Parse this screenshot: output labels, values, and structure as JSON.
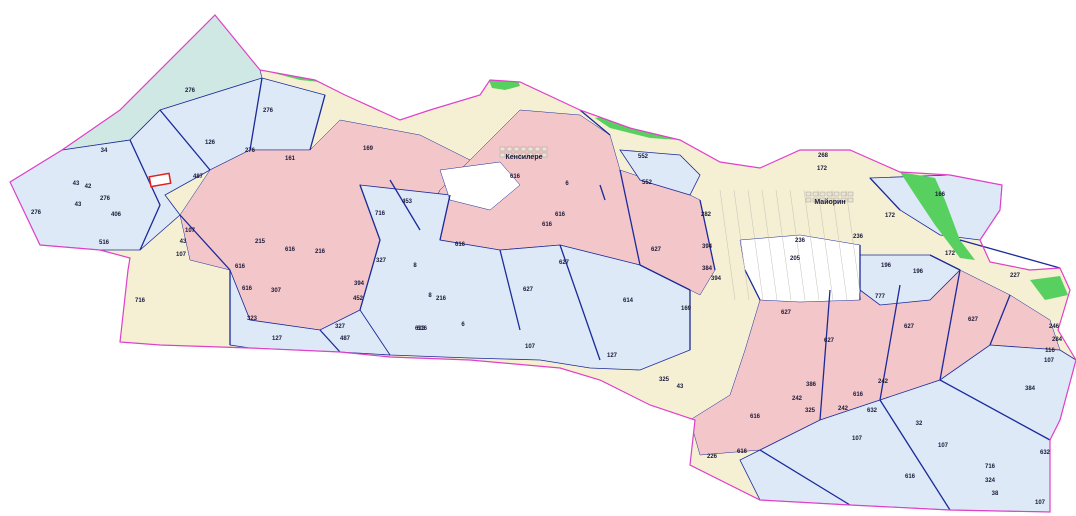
{
  "colors": {
    "boundary": "#e040c8",
    "parcel_line": "#1b2a9a",
    "blue_zone": "#dde9f7",
    "pink_zone": "#f3c6c9",
    "cream_zone": "#f5f0d3",
    "white_zone": "#ffffff",
    "green_zone": "#58d060",
    "teal_zone": "#cfe8e4",
    "road": "#c8a878",
    "grid": "#c4c0b8"
  },
  "settlements": [
    {
      "name": "Кенсилере"
    },
    {
      "name": "Майорин"
    }
  ],
  "parcels": [
    {
      "label": "276"
    },
    {
      "label": "276"
    },
    {
      "label": "34"
    },
    {
      "label": "126"
    },
    {
      "label": "276"
    },
    {
      "label": "161"
    },
    {
      "label": "169"
    },
    {
      "label": "43"
    },
    {
      "label": "42"
    },
    {
      "label": "276"
    },
    {
      "label": "406"
    },
    {
      "label": "43"
    },
    {
      "label": "516"
    },
    {
      "label": "276"
    },
    {
      "label": "487"
    },
    {
      "label": "107"
    },
    {
      "label": "43"
    },
    {
      "label": "107"
    },
    {
      "label": "716"
    },
    {
      "label": "215"
    },
    {
      "label": "616"
    },
    {
      "label": "216"
    },
    {
      "label": "616"
    },
    {
      "label": "616"
    },
    {
      "label": "616"
    },
    {
      "label": "552"
    },
    {
      "label": "552"
    },
    {
      "label": "282"
    },
    {
      "label": "616"
    },
    {
      "label": "616"
    },
    {
      "label": "627"
    },
    {
      "label": "627"
    },
    {
      "label": "394"
    },
    {
      "label": "384"
    },
    {
      "label": "394"
    },
    {
      "label": "169"
    },
    {
      "label": "236"
    },
    {
      "label": "205"
    },
    {
      "label": "236"
    },
    {
      "label": "268"
    },
    {
      "label": "172"
    },
    {
      "label": "166"
    },
    {
      "label": "172"
    },
    {
      "label": "172"
    },
    {
      "label": "196"
    },
    {
      "label": "196"
    },
    {
      "label": "777"
    },
    {
      "label": "227"
    },
    {
      "label": "716"
    },
    {
      "label": "453"
    },
    {
      "label": "327"
    },
    {
      "label": "307"
    },
    {
      "label": "394"
    },
    {
      "label": "452"
    },
    {
      "label": "323"
    },
    {
      "label": "127"
    },
    {
      "label": "327"
    },
    {
      "label": "487"
    },
    {
      "label": "216"
    },
    {
      "label": "616"
    },
    {
      "label": "614"
    },
    {
      "label": "107"
    },
    {
      "label": "325"
    },
    {
      "label": "43"
    },
    {
      "label": "627"
    },
    {
      "label": "627"
    },
    {
      "label": "627"
    },
    {
      "label": "627"
    },
    {
      "label": "386"
    },
    {
      "label": "242"
    },
    {
      "label": "242"
    },
    {
      "label": "325"
    },
    {
      "label": "242"
    },
    {
      "label": "616"
    },
    {
      "label": "632"
    },
    {
      "label": "107"
    },
    {
      "label": "107"
    },
    {
      "label": "32"
    },
    {
      "label": "384"
    },
    {
      "label": "246"
    },
    {
      "label": "284"
    },
    {
      "label": "116"
    },
    {
      "label": "107"
    },
    {
      "label": "632"
    },
    {
      "label": "616"
    },
    {
      "label": "716"
    },
    {
      "label": "324"
    },
    {
      "label": "38"
    },
    {
      "label": "107"
    },
    {
      "label": "226"
    },
    {
      "label": "616"
    },
    {
      "label": "616"
    },
    {
      "label": "6"
    },
    {
      "label": "8"
    },
    {
      "label": "8"
    },
    {
      "label": "627"
    },
    {
      "label": "613"
    },
    {
      "label": "127"
    },
    {
      "label": "6"
    },
    {
      "label": "616"
    }
  ]
}
